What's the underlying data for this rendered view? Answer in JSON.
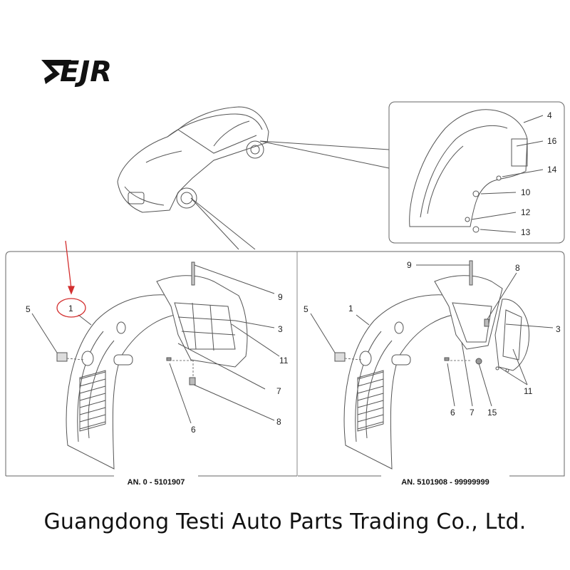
{
  "logo": {
    "text": "EJR"
  },
  "company": "Guangdong Testi Auto Parts Trading Co., Ltd.",
  "highlight_color": "#d32f2f",
  "detail": {
    "labels": [
      "4",
      "16",
      "14",
      "10",
      "12",
      "13"
    ]
  },
  "left_panel": {
    "caption": "AN. 0 - 5101907",
    "labels": [
      "1",
      "5",
      "9",
      "3",
      "11",
      "7",
      "6",
      "8"
    ]
  },
  "right_panel": {
    "caption": "AN. 5101908 - 99999999",
    "labels": [
      "9",
      "8",
      "5",
      "1",
      "3",
      "11",
      "6",
      "7",
      "15"
    ]
  }
}
